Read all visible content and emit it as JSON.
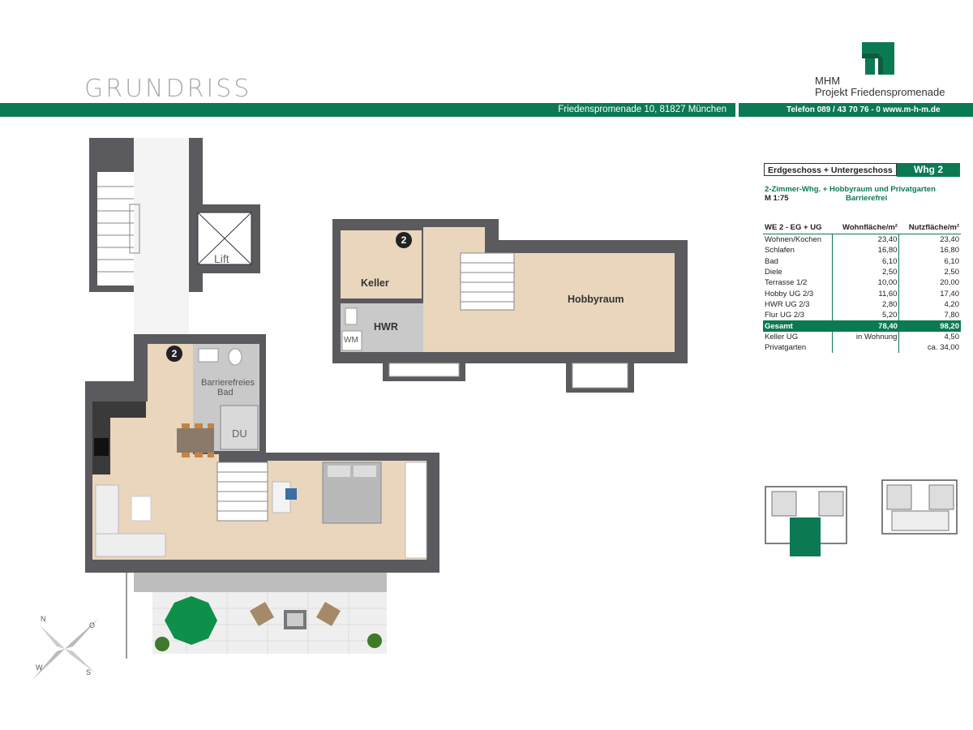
{
  "header": {
    "title": "GRUNDRISS",
    "address": "Friedenspromenade 10, 81827 München",
    "contact": "Telefon  089 / 43 70 76 - 0   www.m-h-m.de",
    "brand_line1": "MHM",
    "brand_line2": "Projekt Friedenspromenade"
  },
  "colors": {
    "accent": "#0b7a52",
    "wall": "#5a5a5f",
    "wood": "#e9d6bd",
    "tile": "#c9c9c9"
  },
  "info": {
    "floor_label": "Erdgeschoss + Untergeschoss",
    "unit_label": "Whg 2",
    "subtitle": "2-Zimmer-Whg. + Hobbyraum und Privatgarten",
    "scale": "M 1:75",
    "accessibility": "Barrierefrei"
  },
  "areas": {
    "col_unit": "WE 2 - EG + UG",
    "col_wohn": "Wohnfläche/m²",
    "col_nutz": "Nutzfläche/m²",
    "rows": [
      {
        "name": "Wohnen/Kochen",
        "wohn": "23,40",
        "nutz": "23,40"
      },
      {
        "name": "Schlafen",
        "wohn": "16,80",
        "nutz": "16,80"
      },
      {
        "name": "Bad",
        "wohn": "6,10",
        "nutz": "6,10"
      },
      {
        "name": "Diele",
        "wohn": "2,50",
        "nutz": "2,50"
      },
      {
        "name": "Terrasse 1/2",
        "wohn": "10,00",
        "nutz": "20,00"
      },
      {
        "name": "Hobby UG 2/3",
        "wohn": "11,60",
        "nutz": "17,40"
      },
      {
        "name": "HWR UG 2/3",
        "wohn": "2,80",
        "nutz": "4,20"
      },
      {
        "name": "Flur UG 2/3",
        "wohn": "5,20",
        "nutz": "7,80"
      }
    ],
    "total": {
      "name": "Gesamt",
      "wohn": "78,40",
      "nutz": "98,20"
    },
    "extra": [
      {
        "name": "Keller UG",
        "wohn": "in Wohnung",
        "nutz": "4,50"
      },
      {
        "name": "Privatgarten",
        "wohn": "",
        "nutz": "ca. 34,00"
      }
    ]
  },
  "plan": {
    "lift": "Lift",
    "bath_line1": "Barrierefreies",
    "bath_line2": "Bad",
    "shower": "DU",
    "unit_badge": "2",
    "keller": "Keller",
    "hwr": "HWR",
    "wm": "WM",
    "hobby": "Hobbyraum",
    "compass": {
      "n": "N",
      "o": "O",
      "s": "S",
      "w": "W"
    }
  }
}
